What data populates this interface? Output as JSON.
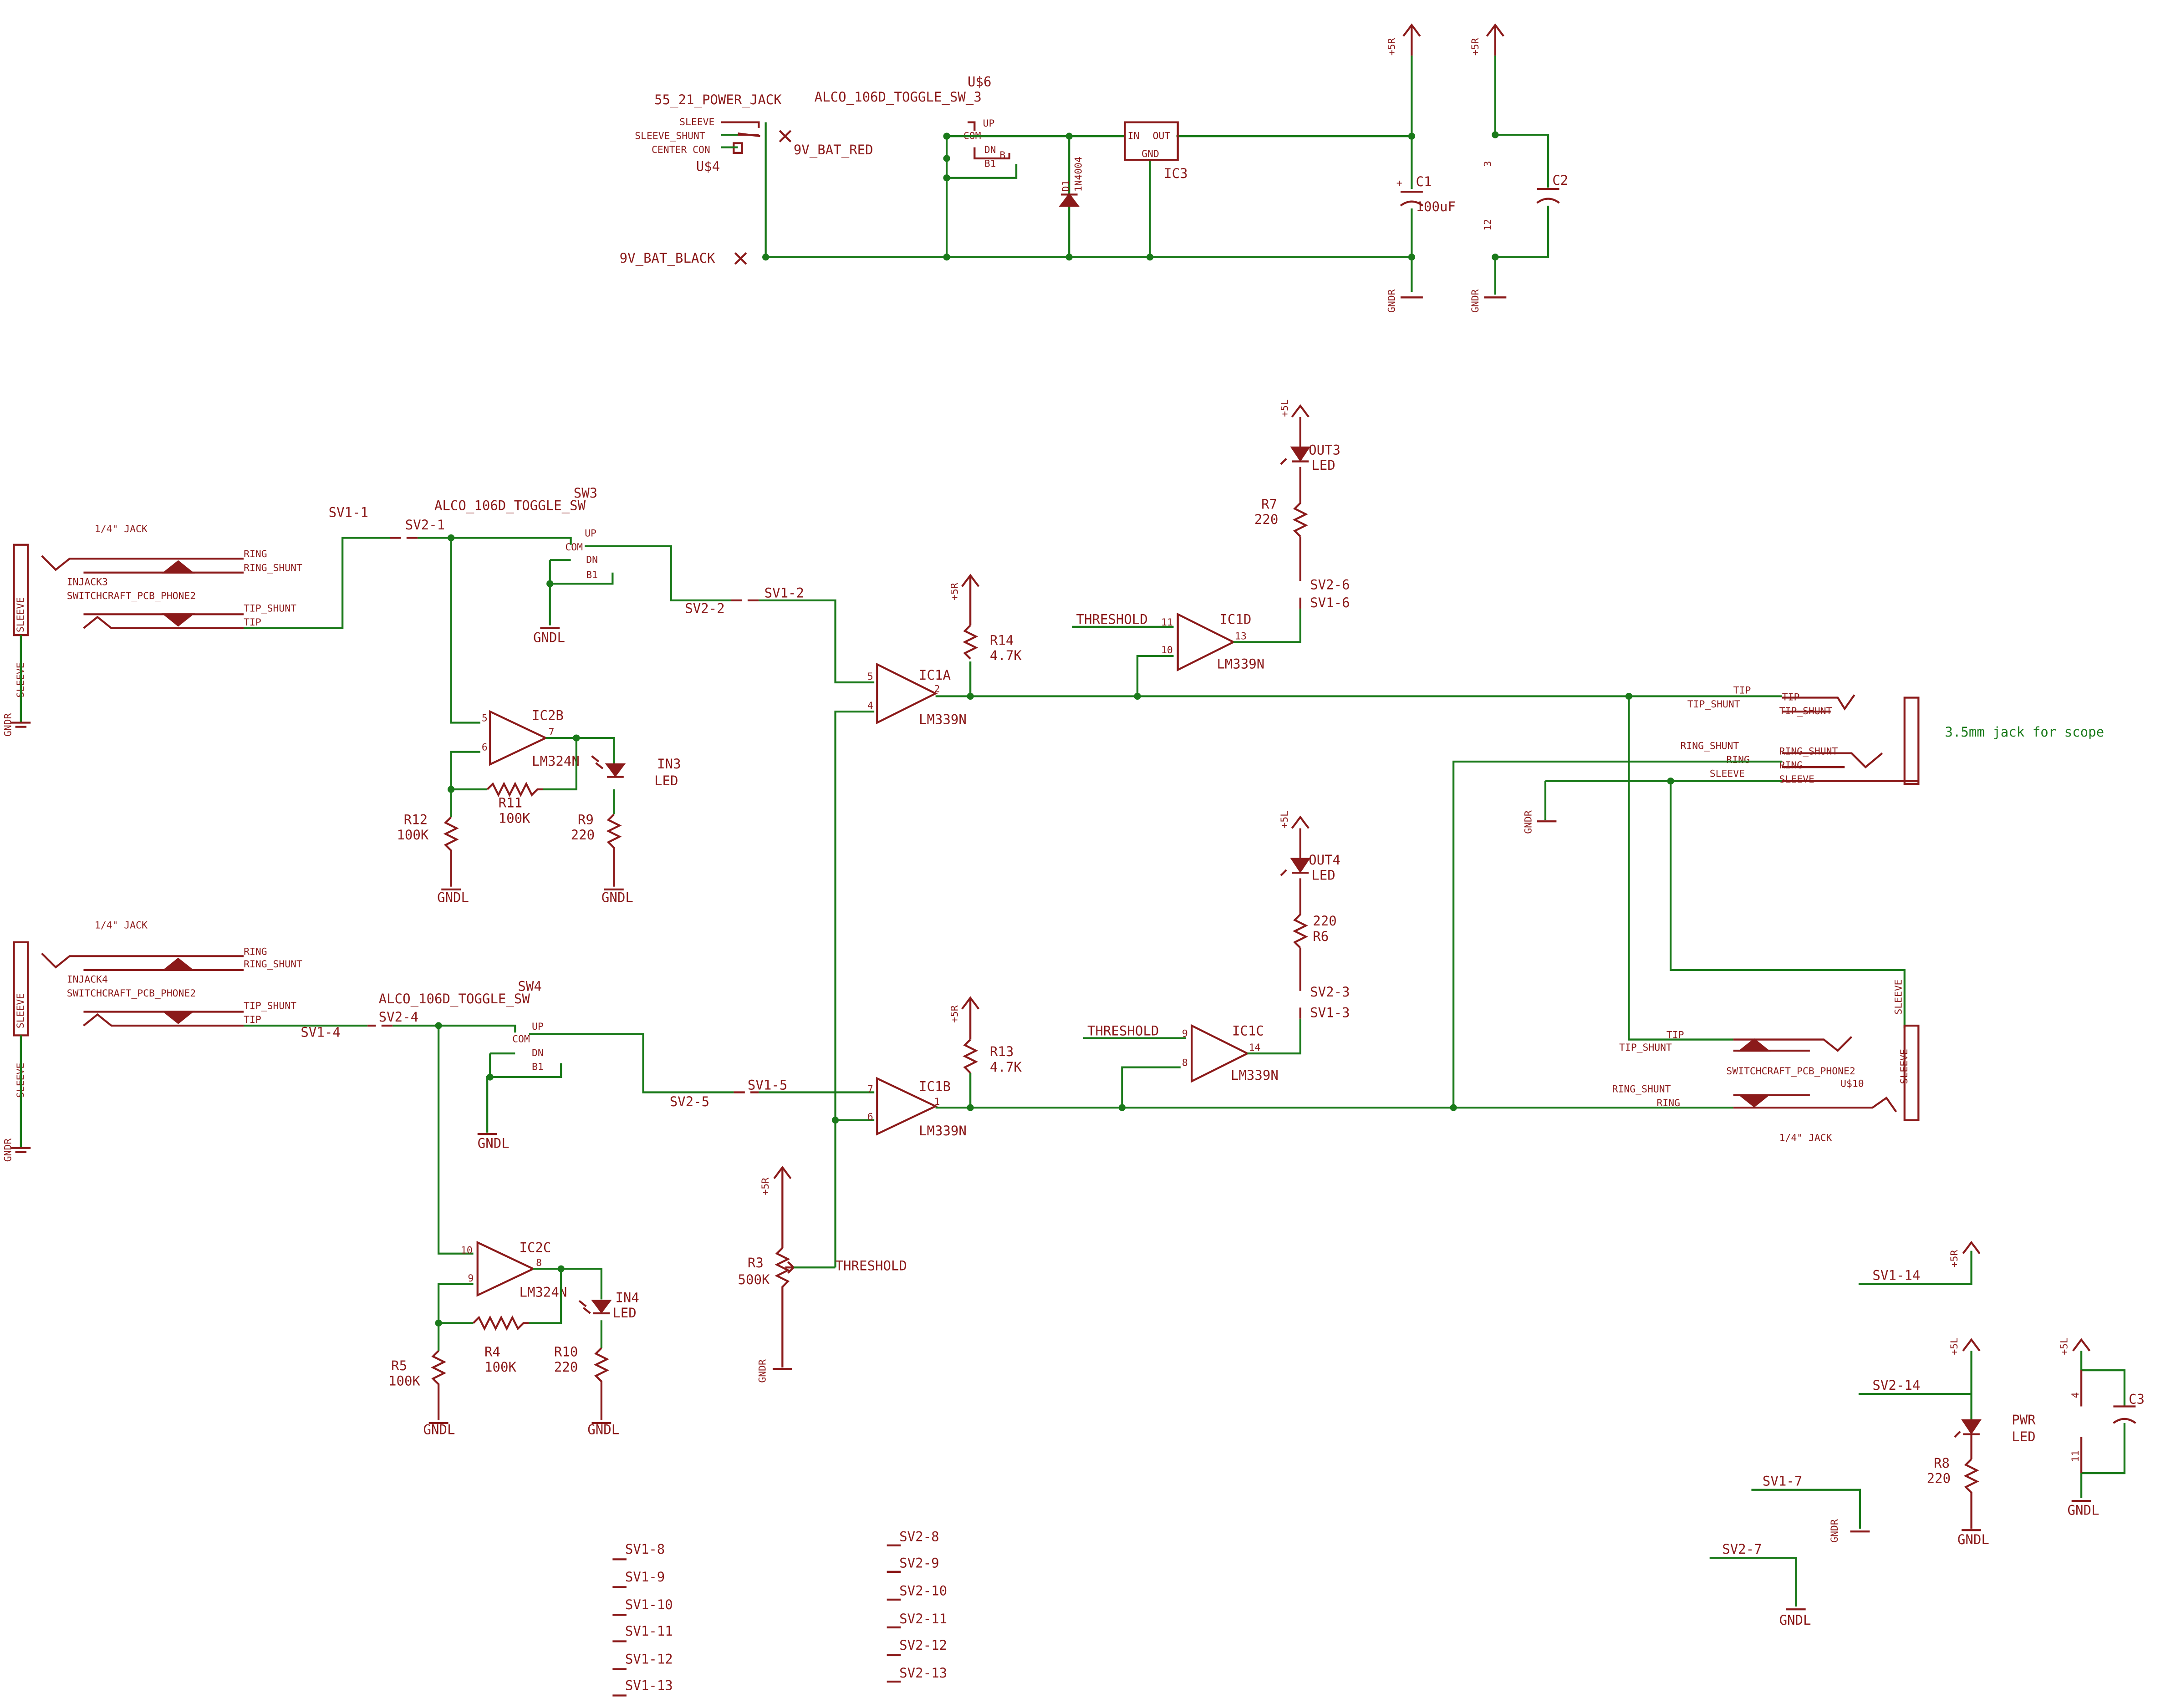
{
  "power": {
    "jack_title": "55_21_POWER_JACK",
    "jack_sleeve": "SLEEVE",
    "jack_shunt": "SLEEVE_SHUNT",
    "jack_center": "CENTER_CON",
    "jack_ref": "U$4",
    "bat_red": "9V_BAT_RED",
    "bat_black": "9V_BAT_BLACK",
    "sw_ref": "U$6",
    "sw_name": "ALCO_106D_TOGGLE_SW_3",
    "sw_up": "UP",
    "sw_com": "COM",
    "sw_dn": "DN",
    "sw_b": "B",
    "sw_b1": "B1",
    "diode_ref": "D1",
    "diode_val": "1N4004",
    "reg_in": "IN",
    "reg_out": "OUT",
    "reg_gnd": "GND",
    "reg_ref": "IC3",
    "c1_ref": "C1",
    "c1_val": "100uF",
    "c1_plus": "+",
    "c2_ref": "C2",
    "pin3": "3",
    "pin12": "12",
    "rail_5r": "+5R",
    "gndr": "GNDR"
  },
  "inputs": {
    "quarter_jack": "1/4\" JACK",
    "ring": "RING",
    "ring_shunt": "RING_SHUNT",
    "tip_shunt": "TIP_SHUNT",
    "tip": "TIP",
    "sleeve": "SLEEVE",
    "injack3": "INJACK3",
    "injack4": "INJACK4",
    "pcb_phone": "SWITCHCRAFT_PCB_PHONE2",
    "gndr": "GNDR",
    "gndl": "GNDL"
  },
  "ch1": {
    "sv1_1": "SV1-1",
    "sv2_1": "SV2-1",
    "sw_name": "ALCO_106D_TOGGLE_SW",
    "sw_ref": "SW3",
    "sv2_2": "SV2-2",
    "sv1_2": "SV1-2",
    "ic2b": "IC2B",
    "lm324n": "LM324N",
    "pin5": "5",
    "pin6": "6",
    "pin7": "7",
    "r11_ref": "R11",
    "r11_val": "100K",
    "r12_ref": "R12",
    "r12_val": "100K",
    "r9_ref": "R9",
    "r9_val": "220",
    "led_ref": "IN3",
    "led_val": "LED",
    "ic1a": "IC1A",
    "lm339n": "LM339N",
    "pin_p": "5",
    "pin_n": "4",
    "pin_o": "2",
    "r14_ref": "R14",
    "r14_val": "4.7K",
    "ic1d": "IC1D",
    "threshold": "THRESHOLD",
    "p11": "11",
    "p10": "10",
    "p13": "13",
    "out_led": "OUT3",
    "out_led_val": "LED",
    "r7_ref": "R7",
    "r7_val": "220",
    "sv2_6": "SV2-6",
    "sv1_6": "SV1-6",
    "rail_5l": "+5L"
  },
  "ch2": {
    "sv1_4": "SV1-4",
    "sv2_4": "SV2-4",
    "sw_name": "ALCO_106D_TOGGLE_SW",
    "sw_ref": "SW4",
    "sv2_5": "SV2-5",
    "sv1_5": "SV1-5",
    "ic2c": "IC2C",
    "lm324n": "LM324N",
    "pin10": "10",
    "pin9": "9",
    "pin8": "8",
    "r4_ref": "R4",
    "r4_val": "100K",
    "r5_ref": "R5",
    "r5_val": "100K",
    "r10_ref": "R10",
    "r10_val": "220",
    "led_ref": "IN4",
    "led_val": "LED",
    "ic1b": "IC1B",
    "lm339n": "LM339N",
    "pin_p": "7",
    "pin_n": "6",
    "pin_o": "1",
    "r13_ref": "R13",
    "r13_val": "4.7K",
    "ic1c": "IC1C",
    "threshold": "THRESHOLD",
    "p9": "9",
    "p8": "8",
    "p14": "14",
    "out_led": "OUT4",
    "out_led_val": "LED",
    "r6_ref": "R6",
    "r6_val": "220",
    "sv2_3": "SV2-3",
    "sv1_3": "SV1-3"
  },
  "thresh": {
    "r3_ref": "R3",
    "r3_val": "500K",
    "label": "THRESHOLD"
  },
  "scope": {
    "title": "3.5mm jack for scope",
    "tip": "TIP",
    "tip_shunt": "TIP_SHUNT",
    "ring_shunt": "RING_SHUNT",
    "ring": "RING",
    "sleeve": "SLEEVE",
    "ref": "U$10"
  },
  "misc": {
    "sv1_14": "SV1-14",
    "sv2_14": "SV2-14",
    "pwr": "PWR",
    "led": "LED",
    "r8_ref": "R8",
    "r8_val": "220",
    "c3_ref": "C3",
    "pin4": "4",
    "pin11": "11",
    "sv1_7": "SV1-7",
    "sv2_7": "SV2-7"
  },
  "unused_sv1": [
    "SV1-8",
    "SV1-9",
    "SV1-10",
    "SV1-11",
    "SV1-12",
    "SV1-13"
  ],
  "unused_sv2": [
    "SV2-8",
    "SV2-9",
    "SV2-10",
    "SV2-11",
    "SV2-12",
    "SV2-13"
  ],
  "colors": {
    "wire": "#1a7a1a",
    "symbol": "#8B1A1A",
    "note": "#1a7a1a"
  }
}
